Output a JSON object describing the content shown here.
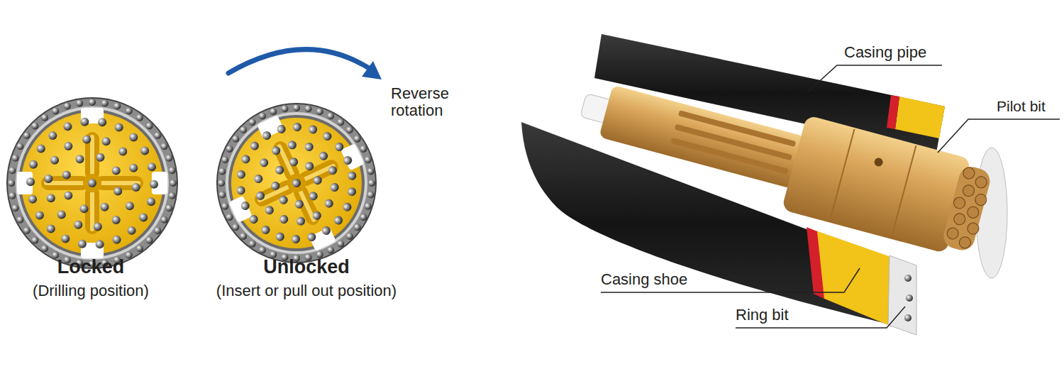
{
  "diagram": {
    "labels": [
      "Reverse rotation",
      "Locked",
      "(Drilling position)",
      "Unlocked",
      "(Insert or pull out position)",
      "Casing pipe",
      "Pilot bit",
      "Casing shoe",
      "Ring bit"
    ]
  }
}
